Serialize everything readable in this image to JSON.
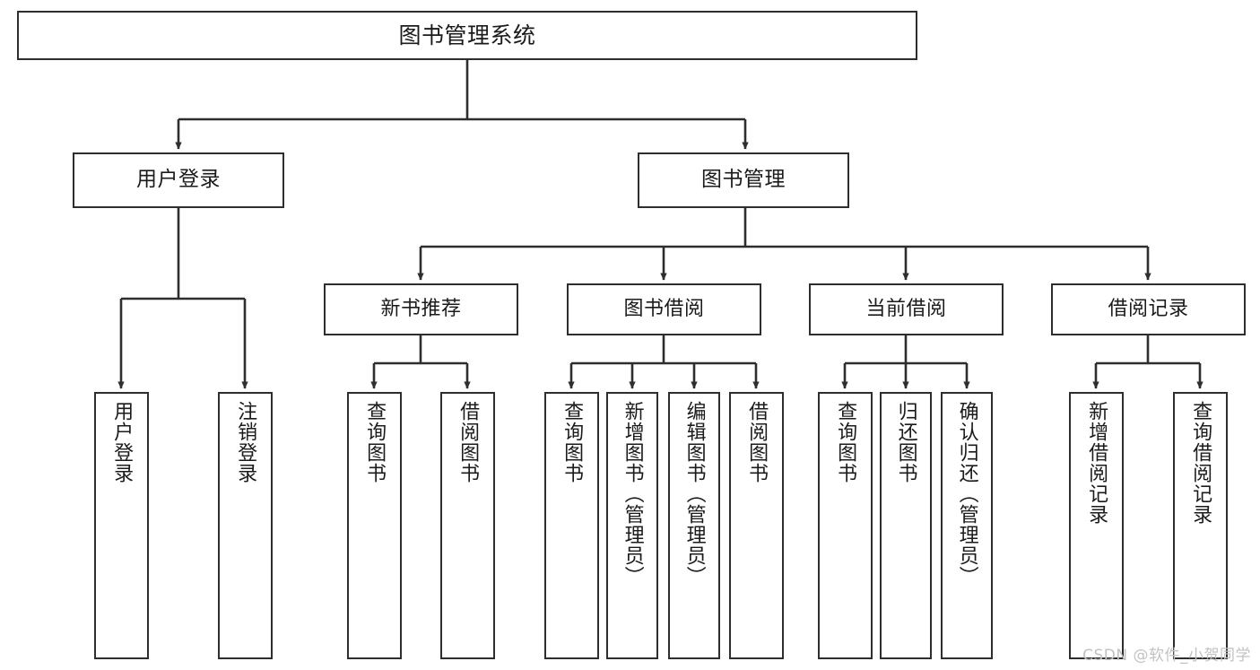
{
  "diagram": {
    "title_text": "图书管理系统",
    "type": "tree-hierarchy-chart",
    "background_color": "#ffffff",
    "line_color": "#2e2e2e",
    "box_border_color": "#2e2e2e",
    "text_color": "#1b1b1b"
  },
  "nodes": {
    "root": {
      "label": "图书管理系统"
    },
    "level1": [
      {
        "label": "用户登录"
      },
      {
        "label": "图书管理"
      }
    ],
    "level2": [
      {
        "label": "新书推荐"
      },
      {
        "label": "图书借阅"
      },
      {
        "label": "当前借阅"
      },
      {
        "label": "借阅记录"
      }
    ],
    "leaves": {
      "user_login": [
        {
          "label": "用户登录"
        },
        {
          "label": "注销登录"
        }
      ],
      "new_book_recommend": [
        {
          "label": "查询图书"
        },
        {
          "label": "借阅图书"
        }
      ],
      "book_borrow": [
        {
          "label": "查询图书"
        },
        {
          "label": "新增图书（管理员）"
        },
        {
          "label": "编辑图书（管理员）"
        },
        {
          "label": "借阅图书"
        }
      ],
      "current_borrow": [
        {
          "label": "查询图书"
        },
        {
          "label": "归还图书"
        },
        {
          "label": "确认归还（管理员）"
        }
      ],
      "borrow_record": [
        {
          "label": "新增借阅记录"
        },
        {
          "label": "查询借阅记录"
        }
      ]
    }
  },
  "watermark": {
    "text": "CSDN @软件_小贺同学"
  }
}
